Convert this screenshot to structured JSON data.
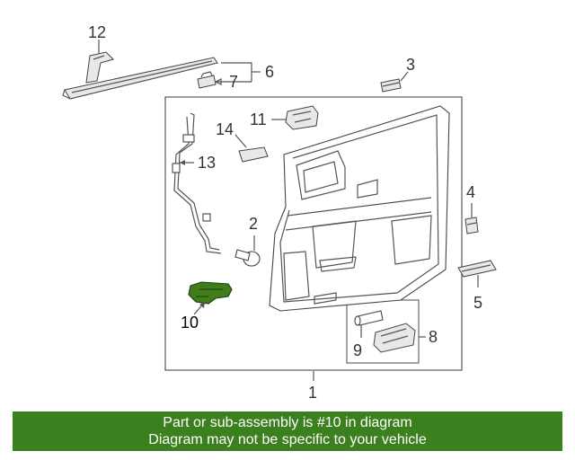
{
  "callouts": {
    "n1": "1",
    "n2": "2",
    "n3": "3",
    "n4": "4",
    "n5": "5",
    "n6": "6",
    "n7": "7",
    "n8": "8",
    "n9": "9",
    "n10": "10",
    "n11": "11",
    "n12": "12",
    "n13": "13",
    "n14": "14"
  },
  "banner": {
    "line1": "Part or sub-assembly is #10 in diagram",
    "line2": "Diagram may not be specific to your vehicle"
  },
  "colors": {
    "highlight": "#3f7d1a",
    "banner_bg": "#3b7f1e",
    "banner_text": "#ffffff"
  }
}
